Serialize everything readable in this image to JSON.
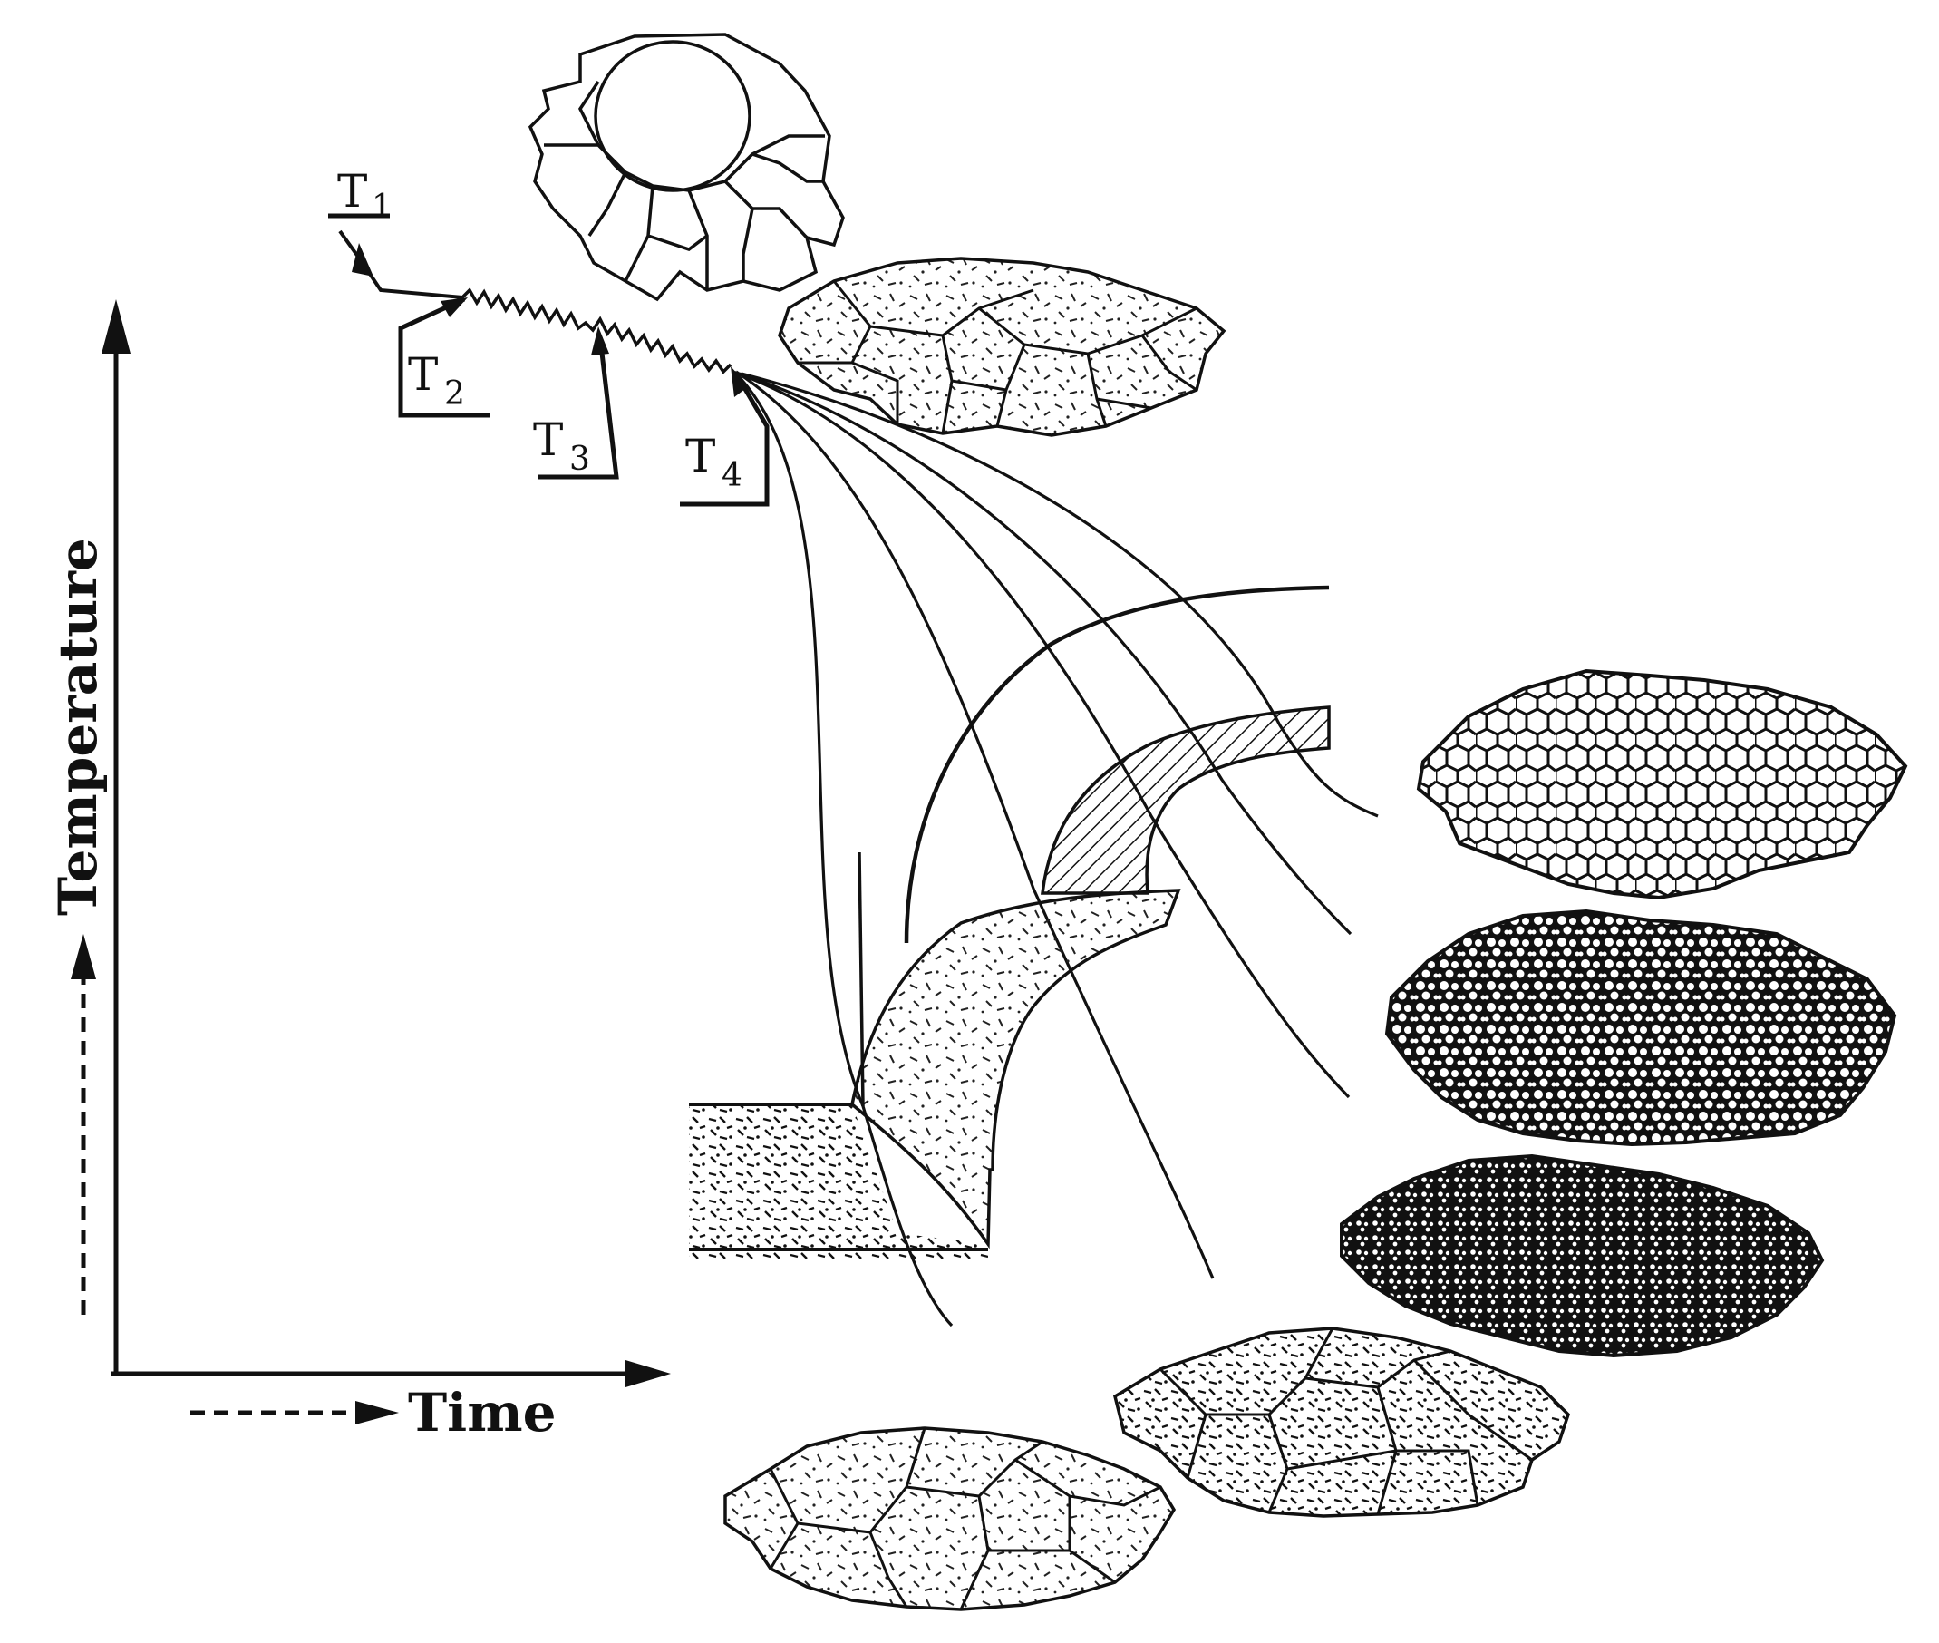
{
  "axes": {
    "x_label": "Time",
    "y_label": "Temperature"
  },
  "hold_points": [
    {
      "label": "T",
      "subscript": "1"
    },
    {
      "label": "T",
      "subscript": "2"
    },
    {
      "label": "T",
      "subscript": "3"
    },
    {
      "label": "T",
      "subscript": "4"
    }
  ],
  "colors": {
    "ink": "#111111",
    "paper": "#ffffff"
  }
}
